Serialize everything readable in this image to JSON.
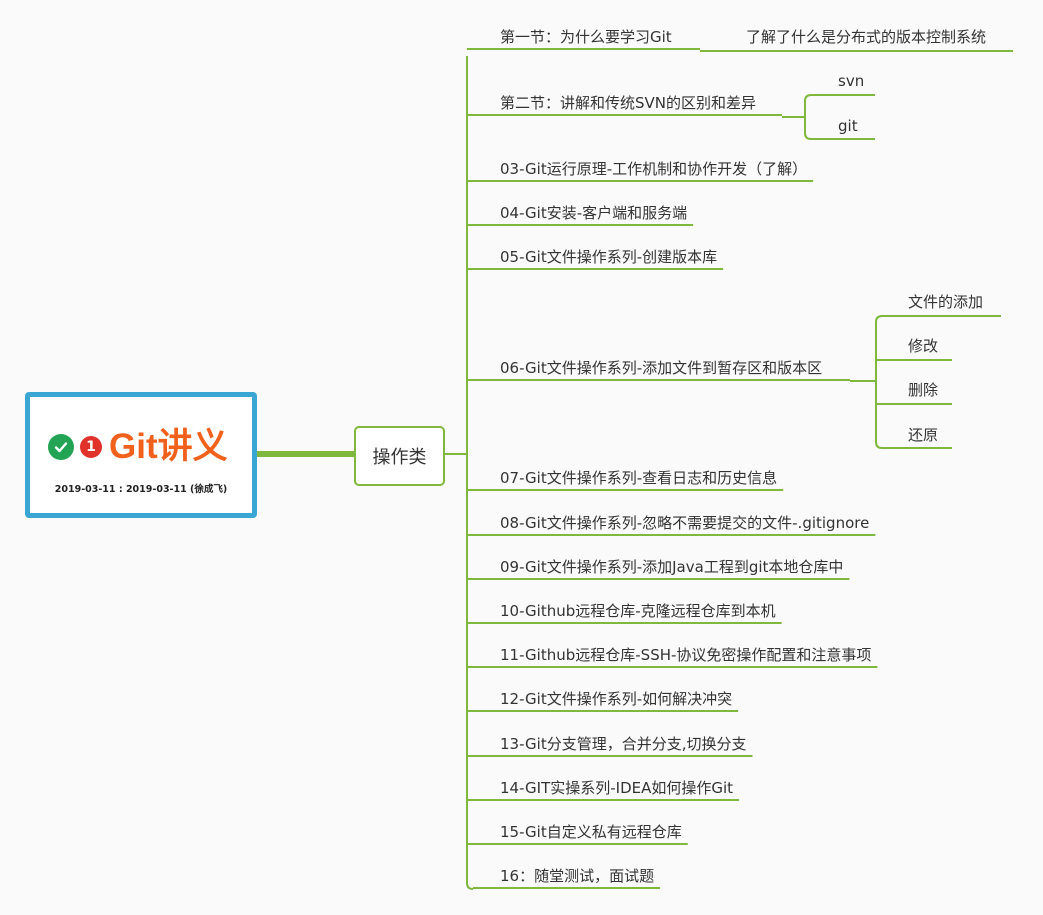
{
  "root": {
    "title": "Git讲义",
    "priority": "1",
    "date": "2019-03-11 : 2019-03-11 (徐成飞)"
  },
  "category": "操作类",
  "items": [
    {
      "label": "第一节：为什么要学习Git",
      "children": [
        "了解了什么是分布式的版本控制系统"
      ]
    },
    {
      "label": "第二节：讲解和传统SVN的区别和差异",
      "children": [
        "svn",
        "git"
      ]
    },
    {
      "label": "03-Git运行原理-工作机制和协作开发（了解）"
    },
    {
      "label": "04-Git安装-客户端和服务端"
    },
    {
      "label": "05-Git文件操作系列-创建版本库"
    },
    {
      "label": "06-Git文件操作系列-添加文件到暂存区和版本区",
      "children": [
        "文件的添加",
        "修改",
        "删除",
        "还原"
      ]
    },
    {
      "label": "07-Git文件操作系列-查看日志和历史信息"
    },
    {
      "label": "08-Git文件操作系列-忽略不需要提交的文件-.gitignore"
    },
    {
      "label": "09-Git文件操作系列-添加Java工程到git本地仓库中"
    },
    {
      "label": "10-Github远程仓库-克隆远程仓库到本机"
    },
    {
      "label": "11-Github远程仓库-SSH-协议免密操作配置和注意事项"
    },
    {
      "label": "12-Git文件操作系列-如何解决冲突"
    },
    {
      "label": "13-Git分支管理，合并分支,切换分支"
    },
    {
      "label": "14-GIT实操系列-IDEA如何操作Git"
    },
    {
      "label": "15-Git自定义私有远程仓库"
    },
    {
      "label": "16：随堂测试，面试题"
    }
  ],
  "colors": {
    "branch": "#7fb83c",
    "root_border": "#3aa6d3",
    "title": "#f2611c",
    "check": "#23a455",
    "priority": "#e0312b"
  }
}
